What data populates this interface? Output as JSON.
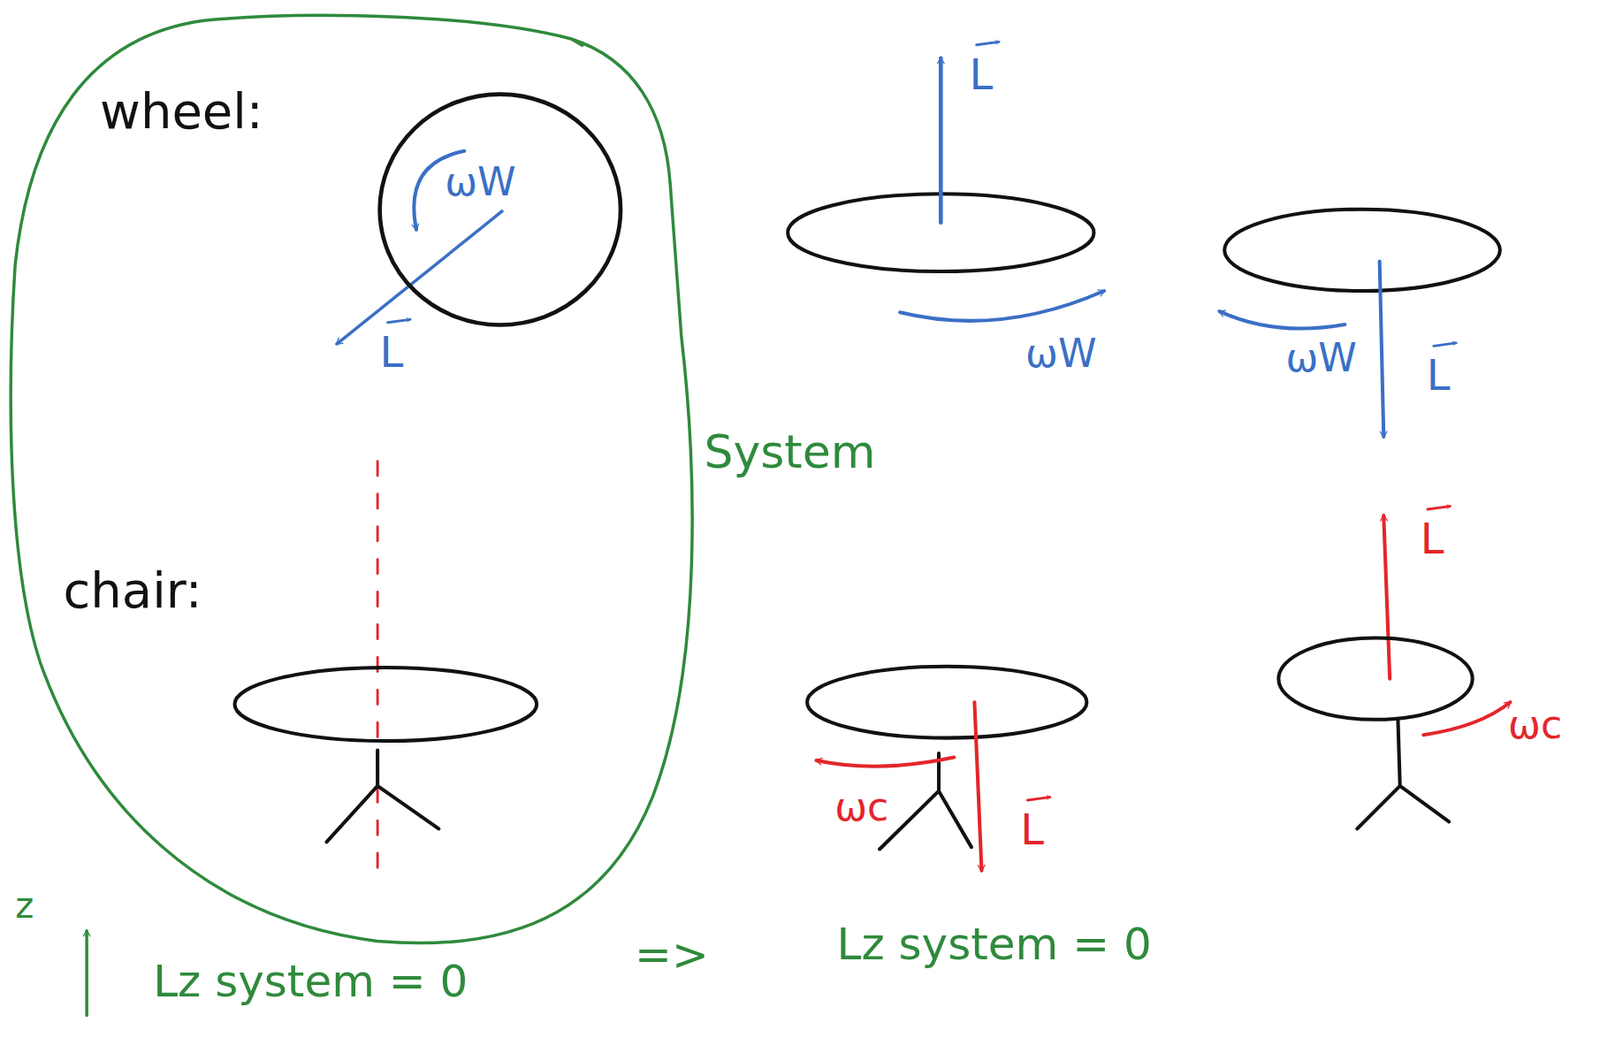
{
  "diagram": {
    "nodes": [
      {
        "text": [
          "System",
          "wheel:",
          "chair:"
        ]
      },
      {
        "text": [
          "ωW"
        ],
        "in": 0
      }
    ],
    "labels": [
      "L",
      "L",
      "ωW",
      "ωW",
      "L",
      "L",
      "ωc",
      "ωc",
      "L",
      "z",
      "Lz system = 0",
      "=>",
      "Lz system = 0"
    ]
  }
}
